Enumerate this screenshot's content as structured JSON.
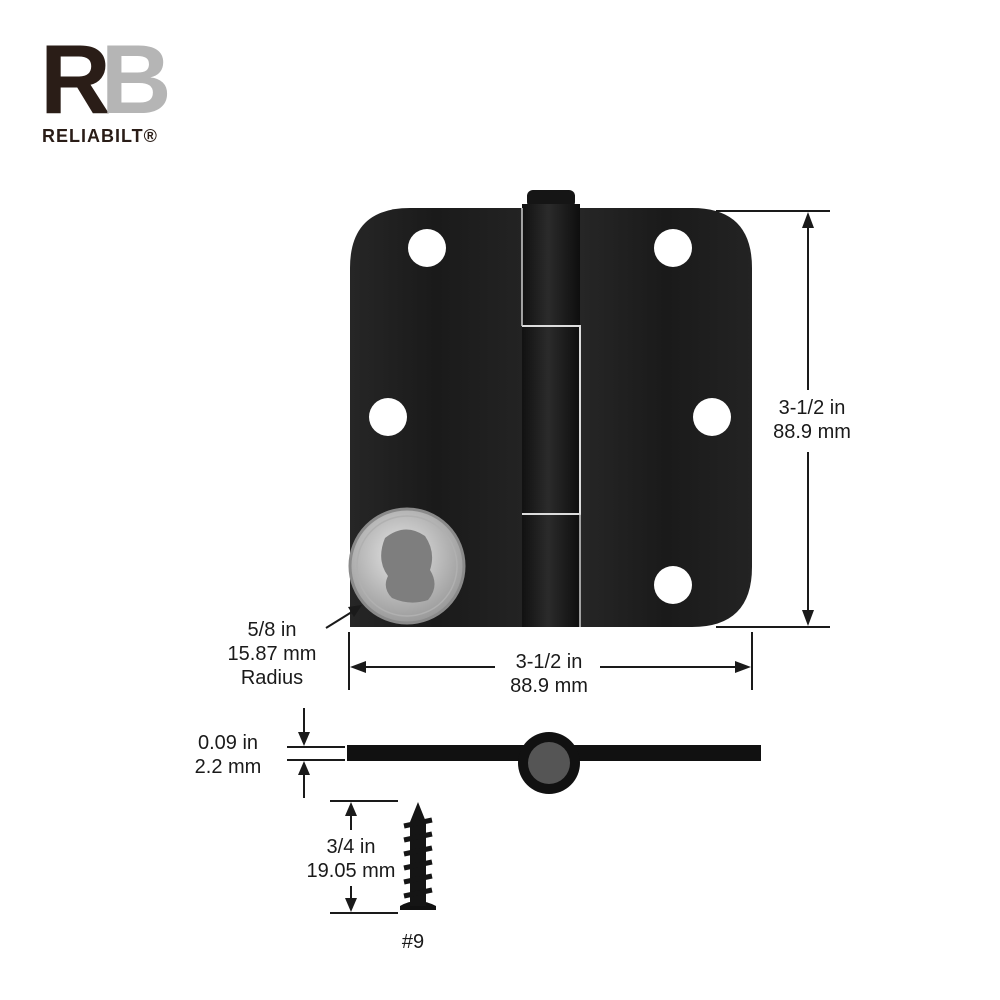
{
  "brand": {
    "logo_mark_r": "R",
    "logo_mark_b": "B",
    "wordmark": "RELIABILT®"
  },
  "dimensions": {
    "height": {
      "imperial": "3-1/2 in",
      "metric": "88.9 mm"
    },
    "width": {
      "imperial": "3-1/2 in",
      "metric": "88.9 mm"
    },
    "corner_radius": {
      "imperial": "5/8 in",
      "metric": "15.87 mm",
      "label": "Radius"
    },
    "thickness": {
      "imperial": "0.09 in",
      "metric": "2.2 mm"
    },
    "screw_length": {
      "imperial": "3/4 in",
      "metric": "19.05 mm"
    },
    "screw_size": "#9"
  },
  "colors": {
    "hinge": "#1c1c1c",
    "brand_dark": "#2a1d17",
    "brand_gray": "#b5b5b5",
    "coin": "#c9c9c9"
  },
  "icons": [
    "hinge-front-view",
    "coin-size-reference",
    "hinge-side-profile",
    "screw"
  ]
}
